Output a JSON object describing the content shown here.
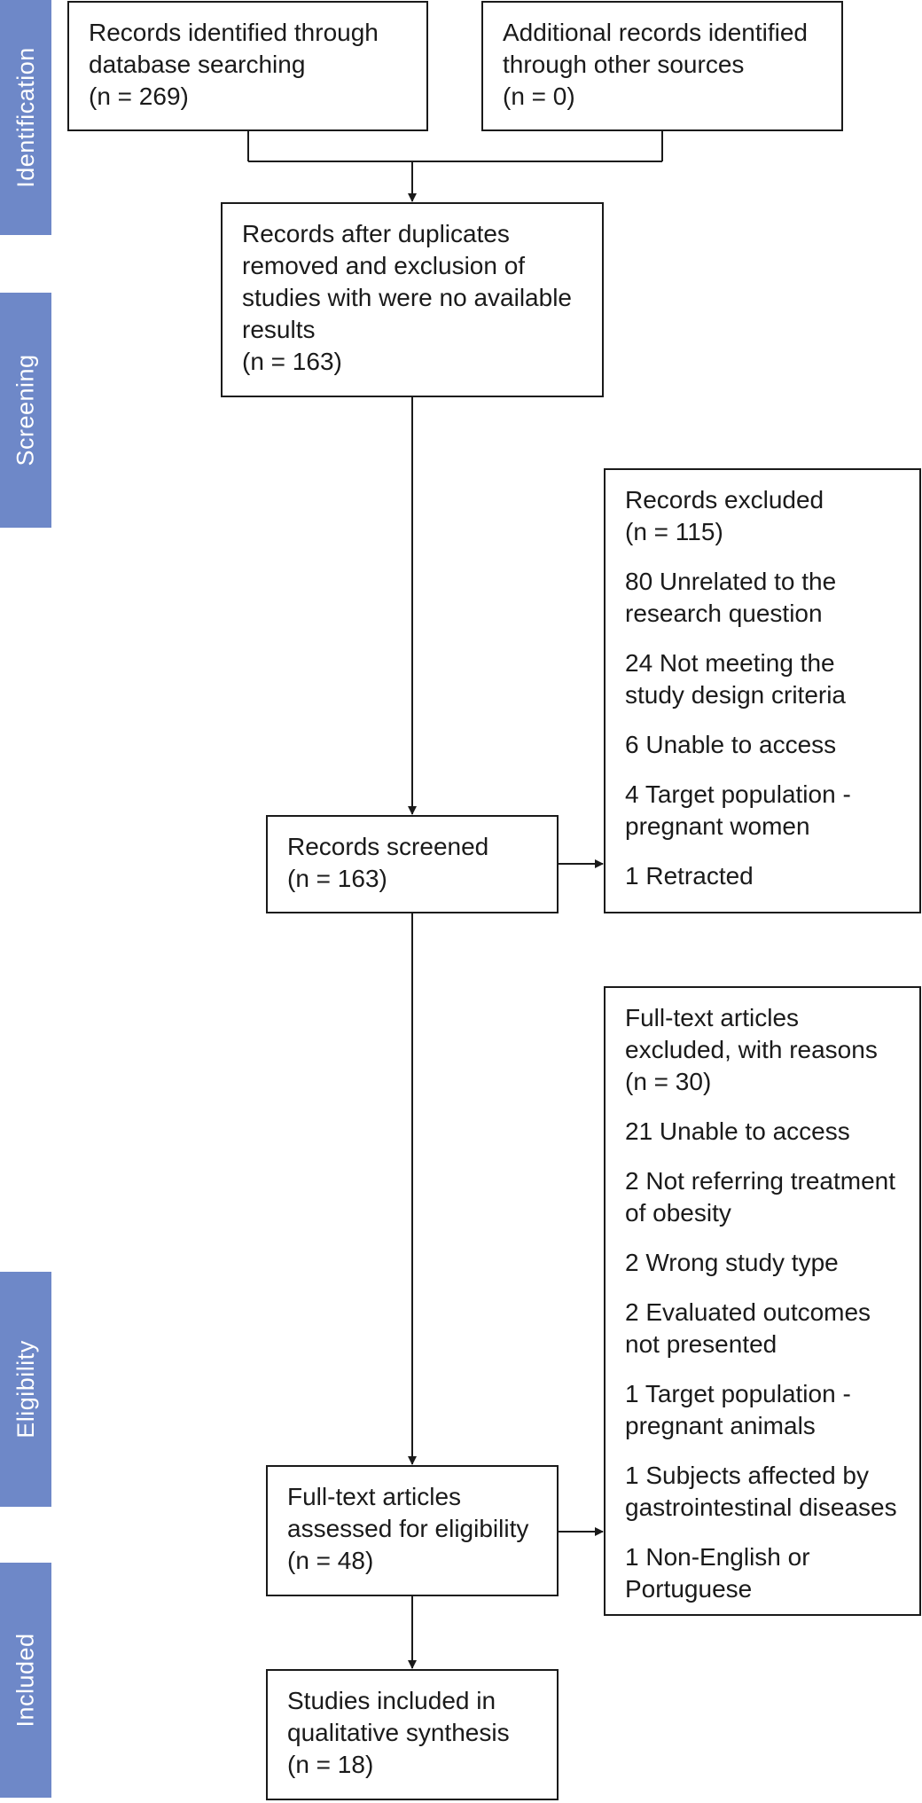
{
  "phases": {
    "identification": "Identification",
    "screening": "Screening",
    "eligibility": "Eligibility",
    "included": "Included"
  },
  "boxes": {
    "database": [
      "Records identified through",
      "database searching",
      "(n = 269)"
    ],
    "other_sources": [
      "Additional records identified",
      "through other sources",
      "(n = 0)"
    ],
    "after_duplicates": [
      "Records after duplicates",
      "removed and exclusion of",
      "studies with were no available",
      "results",
      "(n = 163)"
    ],
    "screened": [
      "Records screened",
      "(n = 163)"
    ],
    "excluded": {
      "header": [
        "Records excluded",
        "(n = 115)"
      ],
      "reasons": [
        [
          "80 Unrelated to the",
          "research question"
        ],
        [
          "24 Not meeting the",
          "study design criteria"
        ],
        [
          "6 Unable to access"
        ],
        [
          "4 Target population -",
          "pregnant women"
        ],
        [
          "1 Retracted"
        ]
      ]
    },
    "fulltext_assessed": [
      "Full-text articles",
      "assessed for eligibility",
      "(n = 48)"
    ],
    "fulltext_excluded": {
      "header": [
        "Full-text articles",
        "excluded, with reasons",
        "(n = 30)"
      ],
      "reasons": [
        [
          "21 Unable to access"
        ],
        [
          "2 Not referring treatment",
          "of obesity"
        ],
        [
          "2 Wrong study type"
        ],
        [
          "2 Evaluated outcomes",
          "not presented"
        ],
        [
          "1 Target population -",
          "pregnant animals"
        ],
        [
          "1 Subjects affected by",
          "gastrointestinal diseases"
        ],
        [
          "1 Non-English or",
          "Portuguese"
        ]
      ]
    },
    "included": [
      "Studies included in",
      "qualitative synthesis",
      "(n = 18)"
    ]
  },
  "colors": {
    "phase_band": "#6e88c8",
    "line": "#1a1a1a",
    "box_bg": "#ffffff"
  }
}
